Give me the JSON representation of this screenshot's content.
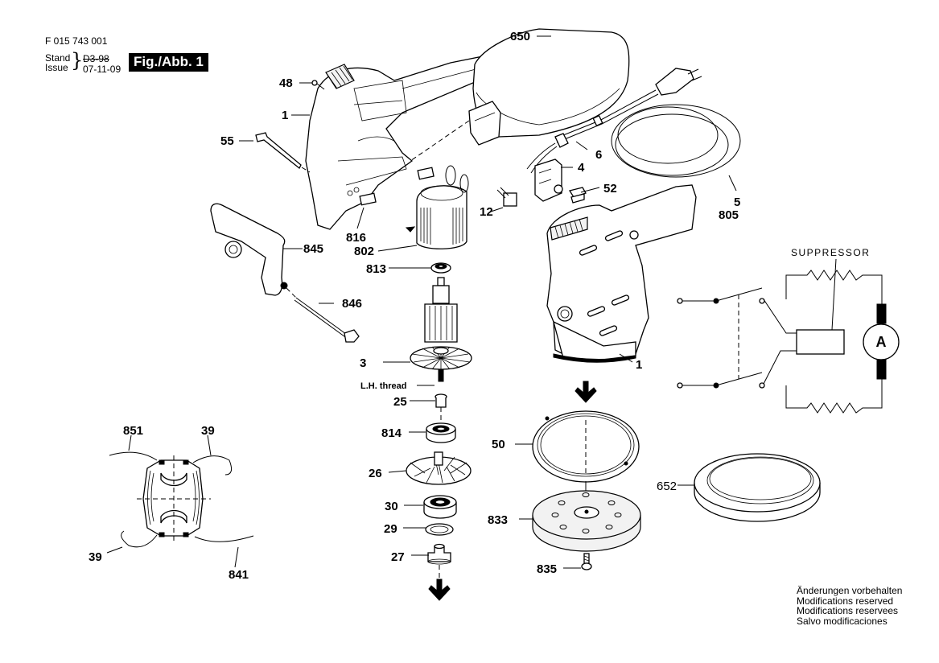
{
  "header": {
    "document_number": "F 015 743 001",
    "stand_label": "Stand",
    "issue_label": "Issue",
    "old_date": "D3-98",
    "new_date": "07-11-09",
    "figure_label": "Fig./Abb. 1"
  },
  "callouts": {
    "housing_upper": "1",
    "screw": "48",
    "hex_key": "55",
    "dust_bag": "650",
    "cable_sleeve": "6",
    "switch": "4",
    "cable": "5",
    "cable_alt": "805",
    "capacitor": "12",
    "brush_holder": "52",
    "carbon_brush": "816",
    "field": "802",
    "auxiliary_handle": "845",
    "handle_bolt": "846",
    "bearing_top": "813",
    "armature": "3",
    "lh_thread_note": "L.H. thread",
    "sleeve": "25",
    "bearing_mid": "814",
    "fan": "26",
    "bearing_lower": "30",
    "retaining_ring": "29",
    "eccentric": "27",
    "brake_ring": "50",
    "sanding_pad": "833",
    "pad_screw": "835",
    "housing_complete": "1",
    "protective_ring": "652",
    "field_lead_top": "851",
    "field_lead_right": "39",
    "field_lead_left": "39",
    "field_lead_bottom": "841"
  },
  "circuit": {
    "suppressor_label": "SUPPRESSOR",
    "armature_symbol": "A"
  },
  "footer": {
    "notes": [
      "Änderungen vorbehalten",
      "Modifications reserved",
      "Modifications reservees",
      "Salvo modificaciones"
    ]
  }
}
